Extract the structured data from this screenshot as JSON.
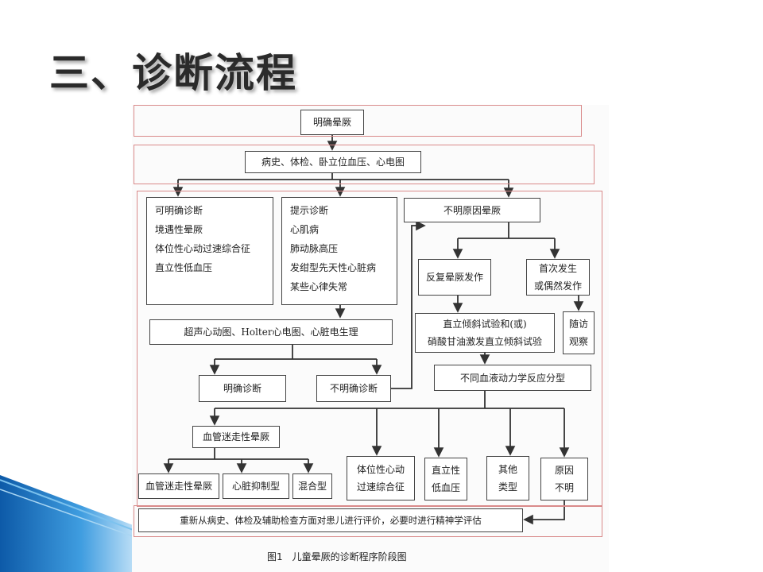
{
  "slide": {
    "title": "三、诊断流程"
  },
  "flowchart": {
    "confirm": "明确晕厥",
    "history": "病史、体检、卧立位血压、心电图",
    "definite": {
      "title": "可明确诊断",
      "items": [
        "境遇性晕厥",
        "体位性心动过速综合征",
        "直立性低血压"
      ]
    },
    "suggestive": {
      "title": "提示诊断",
      "items": [
        "心肌病",
        "肺动脉高压",
        "发绀型先天性心脏病",
        "某些心律失常"
      ]
    },
    "unknown": "不明原因晕厥",
    "echo": "超声心动图、Holter心电图、心脏电生理",
    "clear_dx": "明确诊断",
    "unclear_dx": "不明确诊断",
    "recurrent": "反复晕厥发作",
    "first": [
      "首次发生",
      "或偶然发作"
    ],
    "tilt": [
      "直立倾斜试验和(或)",
      "硝酸甘油激发直立倾斜试验"
    ],
    "followup": [
      "随访",
      "观察"
    ],
    "hemo": "不同血液动力学反应分型",
    "vvs": "血管迷走性晕厥",
    "vvs_types": [
      "血管迷走性晕厥",
      "心脏抑制型",
      "混合型"
    ],
    "pots": [
      "体位性心动",
      "过速综合征"
    ],
    "oh": [
      "直立性",
      "低血压"
    ],
    "other": [
      "其他",
      "类型"
    ],
    "unexplained": [
      "原因",
      "不明"
    ],
    "reeval": "重新从病史、体检及辅助检查方面对患儿进行评价，必要时进行精神学评估",
    "caption_num": "图1",
    "caption_text": "儿童晕厥的诊断程序阶段图"
  },
  "colors": {
    "accent_blue": "#1e78c8",
    "region_border": "#d98a8a",
    "line": "#333333"
  }
}
